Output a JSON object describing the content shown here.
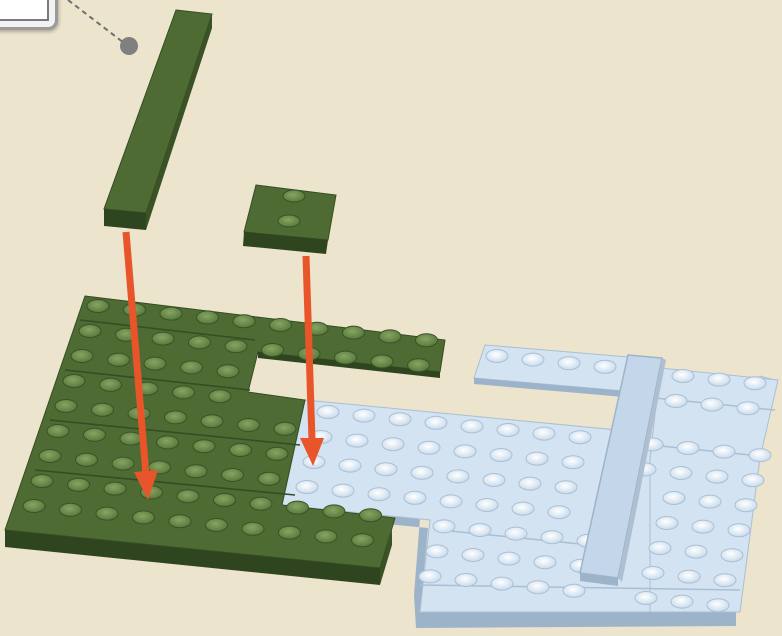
{
  "colors": {
    "background": "#ece4cc",
    "green_plate": "#4e6b34",
    "green_edge": "#2f4520",
    "green_stud": "#6b8a4a",
    "blue_plate": "#d3e3f2",
    "blue_edge": "#9db3c9",
    "blue_stud": "#e6f0fa",
    "arrow": "#e8552a",
    "callout_line": "#6f6f6f"
  },
  "parts": [
    {
      "name": "green-long-plate",
      "kind": "1x8 plate"
    },
    {
      "name": "green-small-plate",
      "kind": "2x2 plate"
    },
    {
      "name": "green-base-plate",
      "kind": "large plate"
    },
    {
      "name": "light-blue-base-plate",
      "kind": "large plate"
    },
    {
      "name": "light-blue-tile",
      "kind": "1x8 tile"
    }
  ],
  "arrows": 2
}
